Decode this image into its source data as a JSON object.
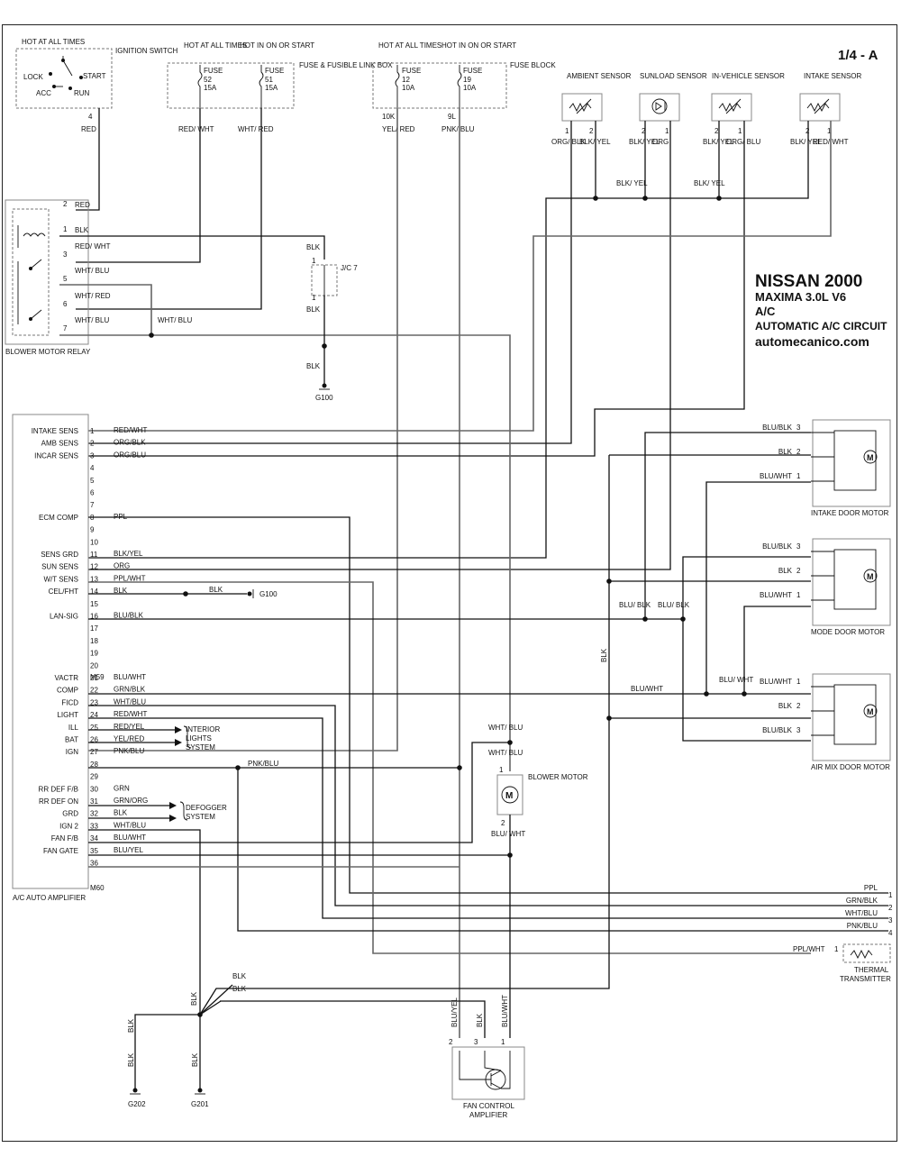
{
  "page": {
    "id": "1/4 - A"
  },
  "title": {
    "make": "NISSAN 2000",
    "model": "MAXIMA  3.0L  V6",
    "system": "A/C",
    "circuit": "AUTOMATIC A/C CIRCUIT",
    "site": "automecanico.com"
  },
  "ignition": {
    "hot": "HOT AT ALL TIMES",
    "name": "IGNITION SWITCH",
    "positions": [
      "LOCK",
      "ACC",
      "START",
      "RUN"
    ],
    "pin": "4",
    "wire": "RED"
  },
  "fuse_link": {
    "hot_a": "HOT AT ALL TIMES",
    "hot_b": "HOT IN ON OR START",
    "name": "FUSE & FUSIBLE LINK BOX",
    "fuses": [
      {
        "label": "FUSE",
        "num": "52",
        "amp": "15A",
        "wire": "RED/ WHT"
      },
      {
        "label": "FUSE",
        "num": "51",
        "amp": "15A",
        "wire": "WHT/ RED"
      }
    ]
  },
  "fuse_block": {
    "hot_a": "HOT AT ALL TIMES",
    "hot_b": "HOT IN ON OR START",
    "name": "FUSE BLOCK",
    "fuses": [
      {
        "label": "FUSE",
        "num": "12",
        "amp": "10A",
        "pin": "10K",
        "wire": "YEL/ RED"
      },
      {
        "label": "FUSE",
        "num": "19",
        "amp": "10A",
        "pin": "9L",
        "wire": "PNK/ BLU"
      }
    ]
  },
  "sensors": [
    {
      "name": "AMBIENT SENSOR",
      "pins": [
        "1",
        "2"
      ],
      "wires": [
        "ORG/ BLK",
        "BLK/ YEL"
      ]
    },
    {
      "name": "SUNLOAD SENSOR",
      "pins": [
        "2",
        "1"
      ],
      "wires": [
        "BLK/ YEL",
        "ORG"
      ]
    },
    {
      "name": "IN-VEHICLE SENSOR",
      "pins": [
        "2",
        "1"
      ],
      "wires": [
        "BLK/ YEL",
        "ORG/ BLU"
      ]
    },
    {
      "name": "INTAKE SENSOR",
      "pins": [
        "2",
        "1"
      ],
      "wires": [
        "BLK/ YEL",
        "RED/ WHT"
      ]
    }
  ],
  "sensor_bus": [
    "BLK/ YEL",
    "BLK/ YEL"
  ],
  "relay": {
    "name": "BLOWER MOTOR RELAY",
    "pins": [
      {
        "pin": "2",
        "wire": "RED"
      },
      {
        "pin": "1",
        "wire": "BLK"
      },
      {
        "pin": "3",
        "wire": "RED/ WHT"
      },
      {
        "pin": "5",
        "wire": "WHT/ BLU"
      },
      {
        "pin": "6",
        "wire": "WHT/ RED"
      },
      {
        "pin": "7",
        "wire": "WHT/ BLU"
      }
    ],
    "out_wire": "WHT/ BLU"
  },
  "jc": {
    "name": "J/C 7",
    "top_wire": "BLK",
    "pin_a": "1",
    "pin_b": "1",
    "mid_wire": "BLK",
    "low_wire": "BLK",
    "ground": "G100"
  },
  "amplifier": {
    "name": "A/C AUTO AMPLIFIER",
    "conn_a": "M59",
    "conn_b": "M60",
    "pins": [
      {
        "n": "1",
        "label": "INTAKE SENS",
        "wire": "RED/WHT"
      },
      {
        "n": "2",
        "label": "AMB SENS",
        "wire": "ORG/BLK"
      },
      {
        "n": "3",
        "label": "INCAR SENS",
        "wire": "ORG/BLU"
      },
      {
        "n": "4",
        "label": "",
        "wire": ""
      },
      {
        "n": "5",
        "label": "",
        "wire": ""
      },
      {
        "n": "6",
        "label": "",
        "wire": ""
      },
      {
        "n": "7",
        "label": "",
        "wire": ""
      },
      {
        "n": "8",
        "label": "ECM COMP",
        "wire": "PPL"
      },
      {
        "n": "9",
        "label": "",
        "wire": ""
      },
      {
        "n": "10",
        "label": "",
        "wire": ""
      },
      {
        "n": "11",
        "label": "SENS GRD",
        "wire": "BLK/YEL"
      },
      {
        "n": "12",
        "label": "SUN SENS",
        "wire": "ORG"
      },
      {
        "n": "13",
        "label": "W/T SENS",
        "wire": "PPL/WHT"
      },
      {
        "n": "14",
        "label": "CEL/FHT",
        "wire": "BLK"
      },
      {
        "n": "15",
        "label": "",
        "wire": ""
      },
      {
        "n": "16",
        "label": "LAN-SIG",
        "wire": "BLU/BLK"
      },
      {
        "n": "17",
        "label": "",
        "wire": ""
      },
      {
        "n": "18",
        "label": "",
        "wire": ""
      },
      {
        "n": "19",
        "label": "",
        "wire": ""
      },
      {
        "n": "20",
        "label": "",
        "wire": ""
      },
      {
        "n": "21",
        "label": "VACTR",
        "wire": "BLU/WHT"
      },
      {
        "n": "22",
        "label": "COMP",
        "wire": "GRN/BLK"
      },
      {
        "n": "23",
        "label": "FICD",
        "wire": "WHT/BLU"
      },
      {
        "n": "24",
        "label": "LIGHT",
        "wire": "RED/WHT"
      },
      {
        "n": "25",
        "label": "ILL",
        "wire": "RED/YEL"
      },
      {
        "n": "26",
        "label": "BAT",
        "wire": "YEL/RED"
      },
      {
        "n": "27",
        "label": "IGN",
        "wire": "PNK/BLU"
      },
      {
        "n": "28",
        "label": "",
        "wire": ""
      },
      {
        "n": "29",
        "label": "",
        "wire": ""
      },
      {
        "n": "30",
        "label": "RR DEF F/B",
        "wire": "GRN"
      },
      {
        "n": "31",
        "label": "RR DEF ON",
        "wire": "GRN/ORG"
      },
      {
        "n": "32",
        "label": "GRD",
        "wire": "BLK"
      },
      {
        "n": "33",
        "label": "IGN 2",
        "wire": "WHT/BLU"
      },
      {
        "n": "34",
        "label": "FAN F/B",
        "wire": "BLU/WHT"
      },
      {
        "n": "35",
        "label": "FAN GATE",
        "wire": "BLU/YEL"
      },
      {
        "n": "36",
        "label": "",
        "wire": ""
      }
    ],
    "pin14_far_wire": "BLK",
    "pin14_ground": "G100",
    "pin27_far_wire": "PNK/BLU",
    "interior": "INTERIOR LIGHTS SYSTEM",
    "defogger": "DEFOGGER SYSTEM"
  },
  "motors": [
    {
      "name": "INTAKE DOOR MOTOR",
      "pins": [
        {
          "n": "3",
          "wire": "BLU/BLK"
        },
        {
          "n": "2",
          "wire": "BLK"
        },
        {
          "n": "1",
          "wire": "BLU/WHT"
        }
      ]
    },
    {
      "name": "MODE DOOR MOTOR",
      "pins": [
        {
          "n": "3",
          "wire": "BLU/BLK"
        },
        {
          "n": "2",
          "wire": "BLK"
        },
        {
          "n": "1",
          "wire": "BLU/WHT"
        }
      ]
    },
    {
      "name": "AIR MIX DOOR MOTOR",
      "pins": [
        {
          "n": "1",
          "wire": "BLU/WHT"
        },
        {
          "n": "2",
          "wire": "BLK"
        },
        {
          "n": "3",
          "wire": "BLU/BLK"
        }
      ]
    }
  ],
  "motor_symbol": "M",
  "lan_splice": [
    "BLU/ BLK",
    "BLU/ BLK"
  ],
  "vactr_splice": {
    "a": "BLU/WHT",
    "b": "BLU/ WHT"
  },
  "gnd_bus": "BLK",
  "blower": {
    "name": "BLOWER MOTOR",
    "in_wire_a": "WHT/ BLU",
    "in_wire_b": "WHT/ BLU",
    "pin_top": "1",
    "pin_bot": "2",
    "out_wire": "BLU/ WHT"
  },
  "ecm": {
    "pins": [
      {
        "n": "1",
        "wire": "PPL"
      },
      {
        "n": "2",
        "wire": "GRN/BLK"
      },
      {
        "n": "3",
        "wire": "WHT/BLU"
      },
      {
        "n": "4",
        "wire": "PNK/BLU"
      }
    ]
  },
  "thermal": {
    "name": "THERMAL TRANSMITTER",
    "pin": "1",
    "wire": "PPL/WHT"
  },
  "fan_amp": {
    "name": "FAN CONTROL AMPLIFIER",
    "pins": [
      {
        "n": "2",
        "wire": "BLU/YEL"
      },
      {
        "n": "3",
        "wire": "BLK"
      },
      {
        "n": "1",
        "wire": "BLU/WHT"
      }
    ]
  },
  "grounds": {
    "bus_a": "BLK",
    "bus_b": "BLK",
    "drop": "BLK",
    "g202_w1": "BLK",
    "g202_w2": "BLK",
    "g201_w": "BLK",
    "g202": "G202",
    "g201": "G201"
  }
}
